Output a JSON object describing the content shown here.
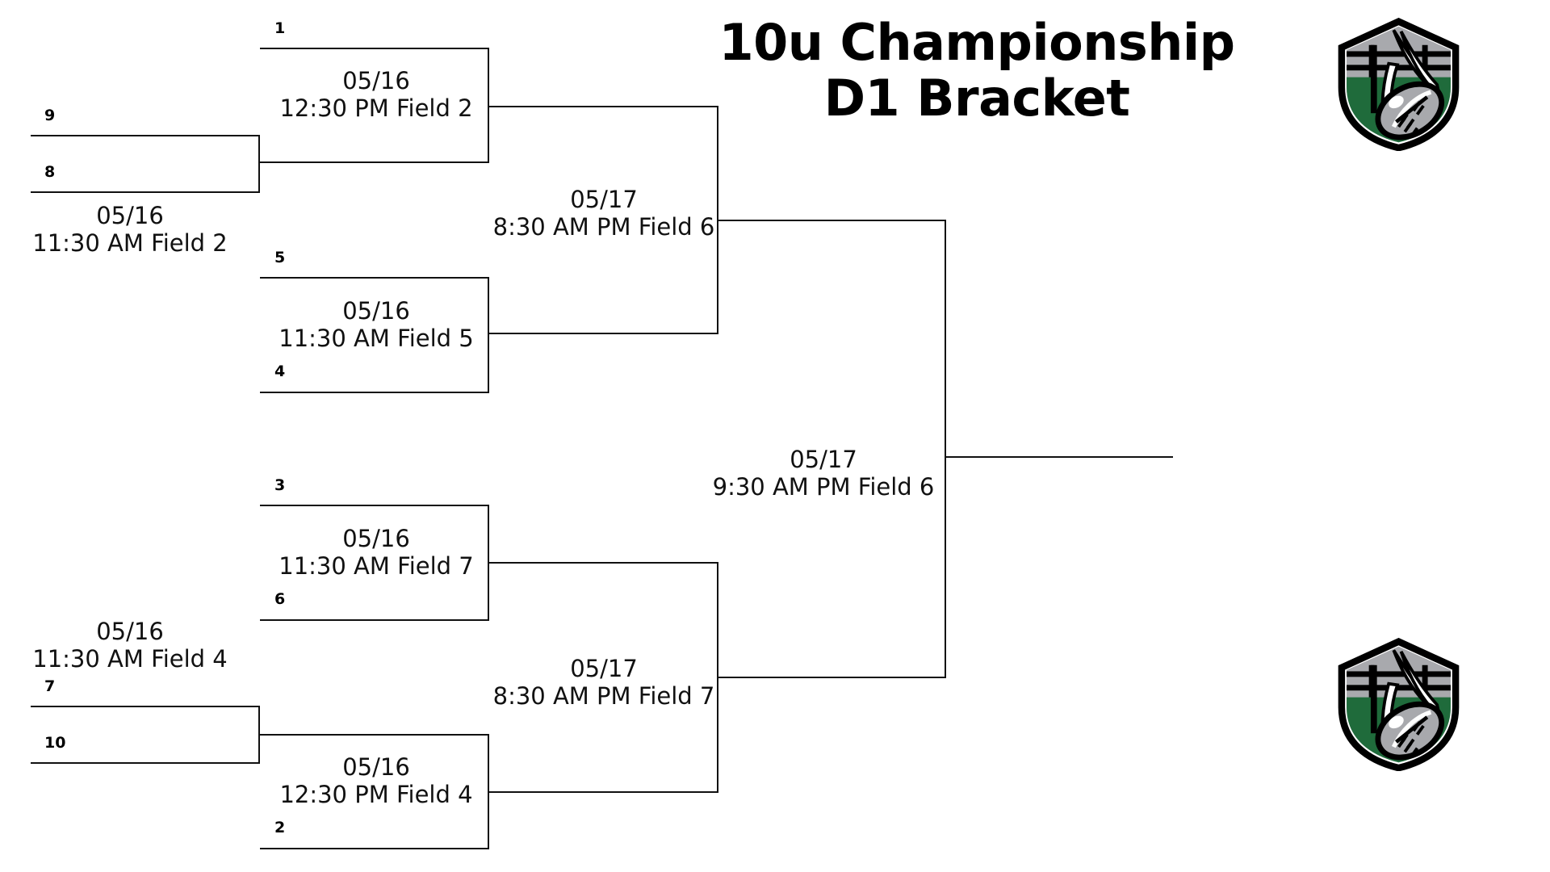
{
  "header": {
    "title_line1": "10u Championship",
    "title_line2": "D1 Bracket",
    "logo_name": "shield-football-logo"
  },
  "colors": {
    "line": "#111111",
    "text": "#111111",
    "logo_green": "#1f6b3b",
    "logo_gray": "#a8a9ad",
    "logo_black": "#000000",
    "logo_white": "#ffffff"
  },
  "bracket": {
    "rounds": [
      {
        "name": "round-1",
        "matches": [
          {
            "id": "r1-m1",
            "seed_top": "9",
            "seed_bottom": "8",
            "date": "05/16",
            "time_field": "11:30 AM Field 2"
          },
          {
            "id": "r1-m2",
            "seed_top": "7",
            "seed_bottom": "10",
            "date": "05/16",
            "time_field": "11:30 AM Field 4"
          }
        ]
      },
      {
        "name": "round-2",
        "matches": [
          {
            "id": "r2-m1",
            "seed_top": "1",
            "seed_bottom": "",
            "date": "05/16",
            "time_field": "12:30 PM Field 2"
          },
          {
            "id": "r2-m2",
            "seed_top": "5",
            "seed_bottom": "4",
            "date": "05/16",
            "time_field": "11:30 AM Field 5"
          },
          {
            "id": "r2-m3",
            "seed_top": "3",
            "seed_bottom": "6",
            "date": "05/16",
            "time_field": "11:30 AM Field 7"
          },
          {
            "id": "r2-m4",
            "seed_top": "",
            "seed_bottom": "2",
            "date": "05/16",
            "time_field": "12:30 PM Field 4"
          }
        ]
      },
      {
        "name": "semifinals",
        "matches": [
          {
            "id": "sf-1",
            "date": "05/17",
            "time_field": "8:30 AM PM Field 6"
          },
          {
            "id": "sf-2",
            "date": "05/17",
            "time_field": "8:30 AM PM Field 7"
          }
        ]
      },
      {
        "name": "final",
        "matches": [
          {
            "id": "final-1",
            "date": "05/17",
            "time_field": "9:30 AM PM Field 6"
          }
        ]
      }
    ]
  }
}
